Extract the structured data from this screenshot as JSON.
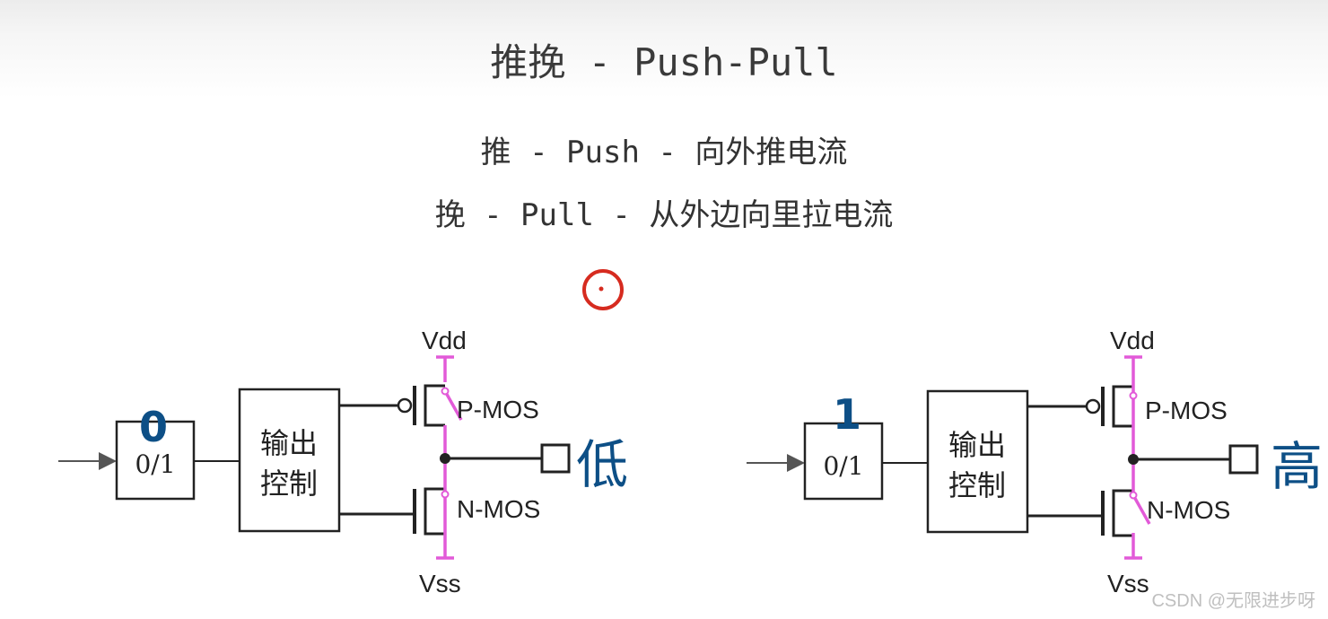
{
  "header": {
    "title": "推挽 - Push-Pull",
    "line1": "推 - Push - 向外推电流",
    "line2": "挽 - Pull - 从外边向里拉电流"
  },
  "circuits": [
    {
      "vdd": "Vdd",
      "vss": "Vss",
      "pmos": "P-MOS",
      "nmos": "N-MOS",
      "input_box": "0/1",
      "control_line1": "输出",
      "control_line2": "控制",
      "handwritten_input": "0",
      "handwritten_output": "低"
    },
    {
      "vdd": "Vdd",
      "vss": "Vss",
      "pmos": "P-MOS",
      "nmos": "N-MOS",
      "input_box": "0/1",
      "control_line1": "输出",
      "control_line2": "控制",
      "handwritten_input": "1",
      "handwritten_output": "高"
    }
  ],
  "watermark": "CSDN @无限进步呀",
  "colors": {
    "wire": "#222222",
    "highlight": "#e25ad8",
    "ink": "#0d4f86",
    "pointer": "#d62b1f"
  },
  "icons": {
    "cursor": "red-circle-pointer-icon"
  }
}
